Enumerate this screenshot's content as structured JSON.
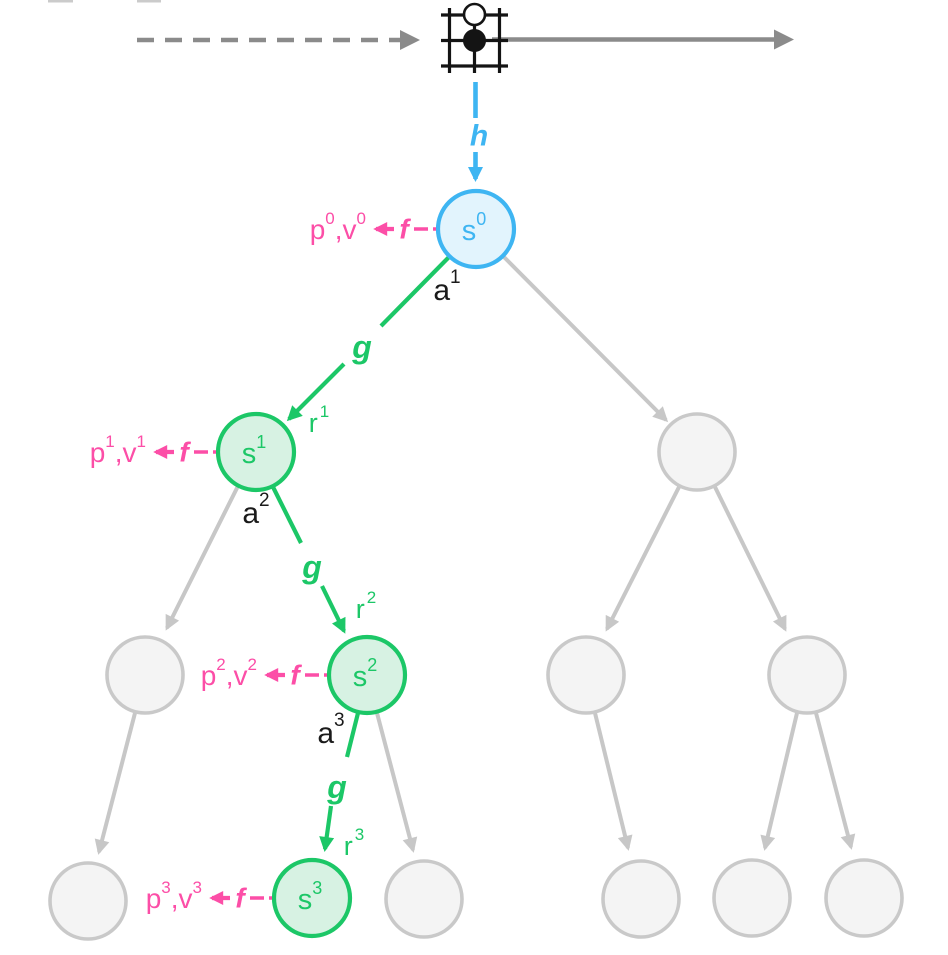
{
  "colors": {
    "blue": "#3eb5f2",
    "blue_fill": "#e2f4fd",
    "green": "#1cc767",
    "green_fill": "#d7f2e3",
    "pink": "#fc4ea7",
    "black": "#1a1a1a",
    "gray_edge": "#c7c7c7",
    "gray_node_fill": "#f4f4f4",
    "gray_node_stroke": "#c9c9c9",
    "dark_gray": "#8b8b8b",
    "board_black": "#141414"
  },
  "icons": {
    "observation": "go-board-icon"
  },
  "functions": {
    "representation": "h",
    "dynamics": "g",
    "prediction": "f"
  },
  "states": [
    {
      "base": "s",
      "sup": "0"
    },
    {
      "base": "s",
      "sup": "1"
    },
    {
      "base": "s",
      "sup": "2"
    },
    {
      "base": "s",
      "sup": "3"
    }
  ],
  "actions": [
    {
      "base": "a",
      "sup": "1"
    },
    {
      "base": "a",
      "sup": "2"
    },
    {
      "base": "a",
      "sup": "3"
    }
  ],
  "rewards": [
    {
      "base": "r",
      "sup": "1"
    },
    {
      "base": "r",
      "sup": "2"
    },
    {
      "base": "r",
      "sup": "3"
    }
  ],
  "predictions": [
    {
      "policy": "p",
      "policy_sup": "0",
      "value": ",v",
      "value_sup": "0"
    },
    {
      "policy": "p",
      "policy_sup": "1",
      "value": ",v",
      "value_sup": "1"
    },
    {
      "policy": "p",
      "policy_sup": "2",
      "value": ",v",
      "value_sup": "2"
    },
    {
      "policy": "p",
      "policy_sup": "3",
      "value": ",v",
      "value_sup": "3"
    }
  ]
}
